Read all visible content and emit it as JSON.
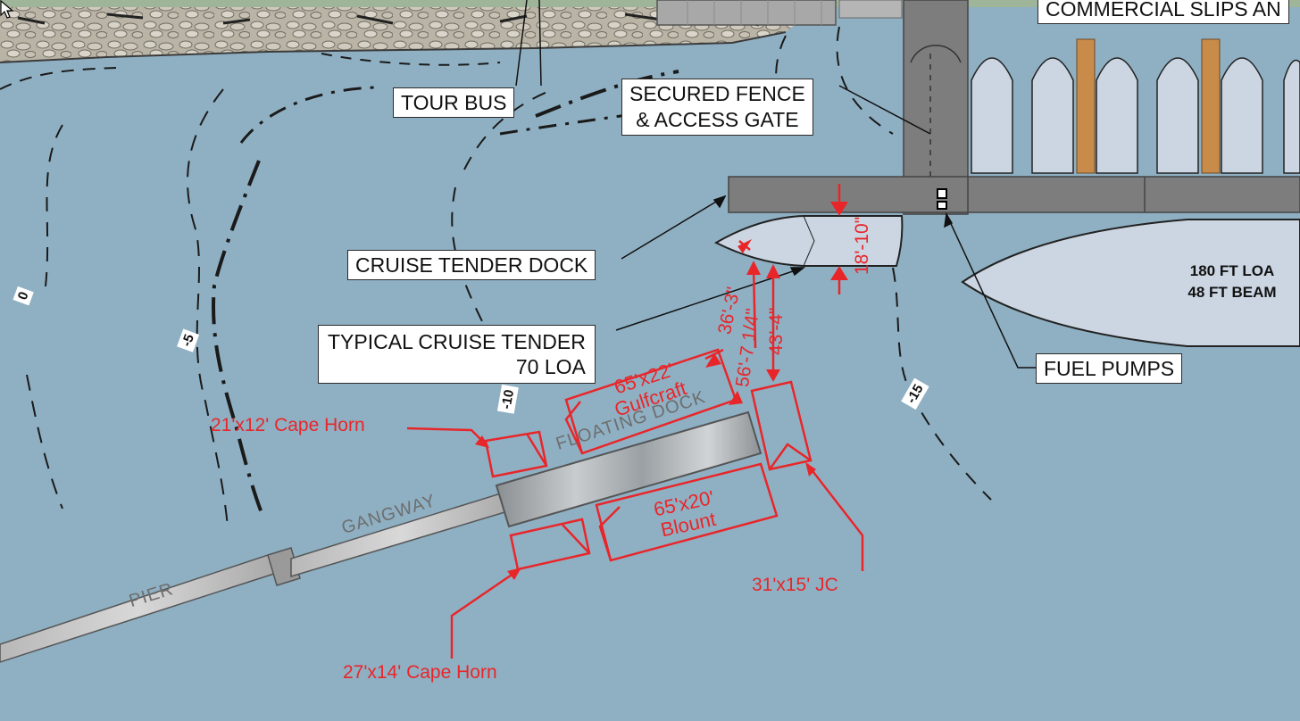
{
  "callouts": {
    "tour_bus": "TOUR BUS",
    "fence_line1": "SECURED FENCE",
    "fence_line2": "& ACCESS GATE",
    "commercial_slips": "COMMERCIAL SLIPS AN",
    "cruise_tender_dock": "CRUISE TENDER DOCK",
    "typical_tender_line1": "TYPICAL CRUISE TENDER",
    "typical_tender_line2": "70 LOA",
    "fuel_pumps": "FUEL PUMPS"
  },
  "depth_markers": {
    "d0": "0",
    "d5": "-5",
    "d10": "-10",
    "d15": "-15"
  },
  "vessel": {
    "loa": "180 FT LOA",
    "beam": "48 FT BEAM"
  },
  "boats": {
    "cape_horn_21": "21'x12' Cape Horn",
    "gulfcraft_size": "65'x22'",
    "gulfcraft_name": "Gulfcraft",
    "blount_size": "65'x20'",
    "blount_name": "Blount",
    "jc": "31'x15' JC",
    "cape_horn_27": "27'x14' Cape Horn"
  },
  "dimensions": {
    "d_18_10": "18'-10\"",
    "d_36_3": "36'-3\"",
    "d_56_7": "56'-7 1/4\"",
    "d_43_4": "43'-4\""
  },
  "structures": {
    "floating_dock": "FLOATING DOCK",
    "gangway": "GANGWAY",
    "pier": "PIER"
  },
  "colors": {
    "water": "#8fb0c3",
    "annotation_red": "#e8262a",
    "dock_gray": "#7d7d7d",
    "boat_fill": "#cbd6e2"
  }
}
